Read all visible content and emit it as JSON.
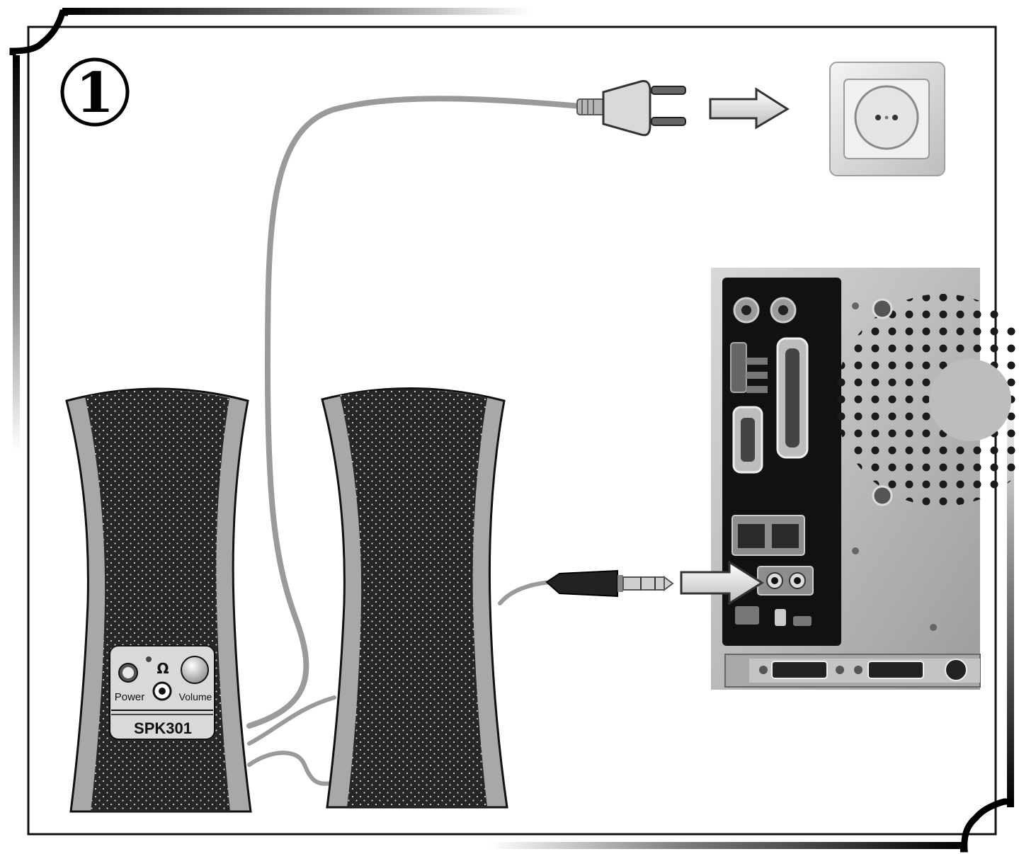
{
  "step_number": "①",
  "speaker_panel": {
    "power_label": "Power",
    "volume_label": "Volume",
    "model_label": "SPK301"
  },
  "colors": {
    "frame": "#111111",
    "cable": "#9a9a9a",
    "speaker_body": "#262626",
    "speaker_trim": "#a8a8a8",
    "arrow_fill": "#e6e6e6"
  },
  "icons": [
    "circled-digit-icon",
    "power-plug-icon",
    "wall-socket-icon",
    "audio-jack-icon",
    "headphone-icon",
    "computer-rear-panel-icon",
    "arrow-right-icon"
  ]
}
